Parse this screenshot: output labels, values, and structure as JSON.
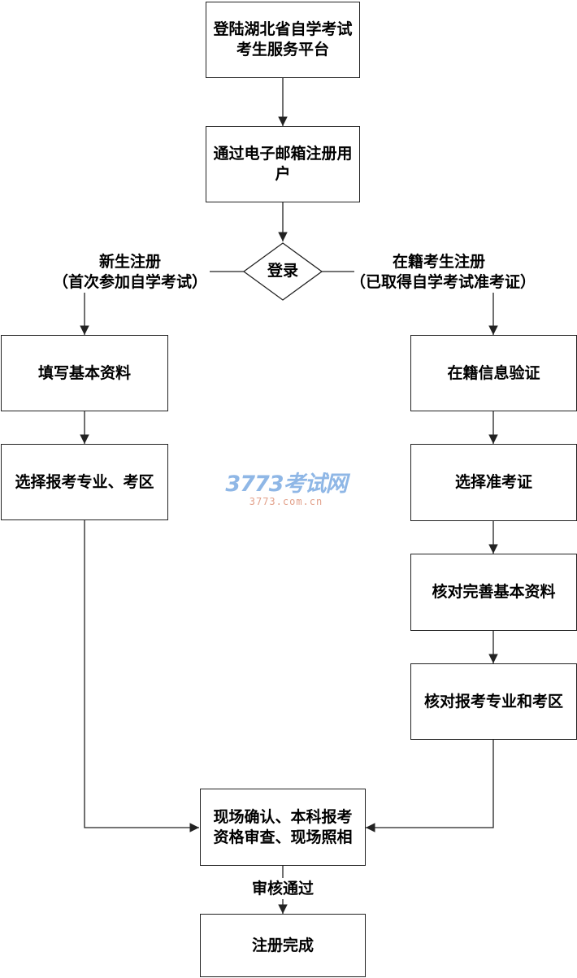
{
  "nodes": {
    "start": "登陆湖北省自学考试考生服务平台",
    "email_register": "通过电子邮箱注册用户",
    "login": "登录",
    "fill_basic": "填写基本资料",
    "choose_major": "选择报考专业、考区",
    "verify_enrolled": "在籍信息验证",
    "choose_ticket": "选择准考证",
    "check_complete": "核对完善基本资料",
    "check_major": "核对报考专业和考区",
    "onsite_confirm": "现场确认、本科报考资格审查、现场照相",
    "done": "注册完成"
  },
  "branches": {
    "left_title": "新生注册",
    "left_sub": "（首次参加自学考试）",
    "right_title": "在籍考生注册",
    "right_sub": "（已取得自学考试准考证）"
  },
  "edge_labels": {
    "review_passed": "审核通过"
  },
  "watermark": {
    "logo": "3773考试网",
    "url": "3773.com.cn"
  },
  "colors": {
    "line": "#222222",
    "watermark_logo": "#8fb7e6",
    "watermark_url": "#e2a08a"
  }
}
